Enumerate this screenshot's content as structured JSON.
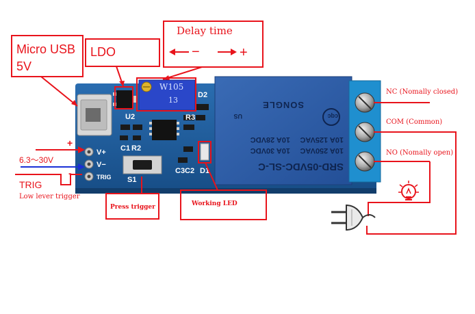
{
  "callouts": {
    "micro_usb": "Micro USB",
    "micro_usb_voltage": "5V",
    "ldo": "LDO",
    "delay_time": "Delay time",
    "delay_minus": "−",
    "delay_plus": "+",
    "input_plus": "+",
    "input_voltage": "6.3～30V",
    "input_minus": "-",
    "trig": "TRIG",
    "trig_desc": "Low lever trigger",
    "press_trigger": "Press trigger",
    "working_led": "Working LED",
    "nc": "NC (Nomally closed)",
    "com": "COM (Common)",
    "no": "NO (Nomally open)"
  },
  "silkscreen": {
    "u2": "U2",
    "c1": "C1",
    "r2": "R2",
    "r3": "R3",
    "d2": "D2",
    "s1": "S1",
    "c3c2": "C3C2",
    "d1": "D1",
    "vplus": "V+",
    "vminus": "V−",
    "trig": "TRIG",
    "pot_value": "W105",
    "pot_num": "13"
  },
  "relay": {
    "model": "SRD-05VDC-SL-C",
    "rating_ac1": "10A 250VAC",
    "rating_ac2": "10A 125VAC",
    "rating_dc1": "10A 30VDC",
    "rating_dc2": "10A 28VDC",
    "brand": "SONGLE",
    "cert_us": "US",
    "cert_cqc": "cqc"
  },
  "colors": {
    "callout_red": "#e8131b",
    "pcb_blue": "#1f5d9e",
    "relay_blue": "#2f5fa8",
    "terminal_blue": "#1f8fcf",
    "input_blue": "#1a2fd6"
  }
}
